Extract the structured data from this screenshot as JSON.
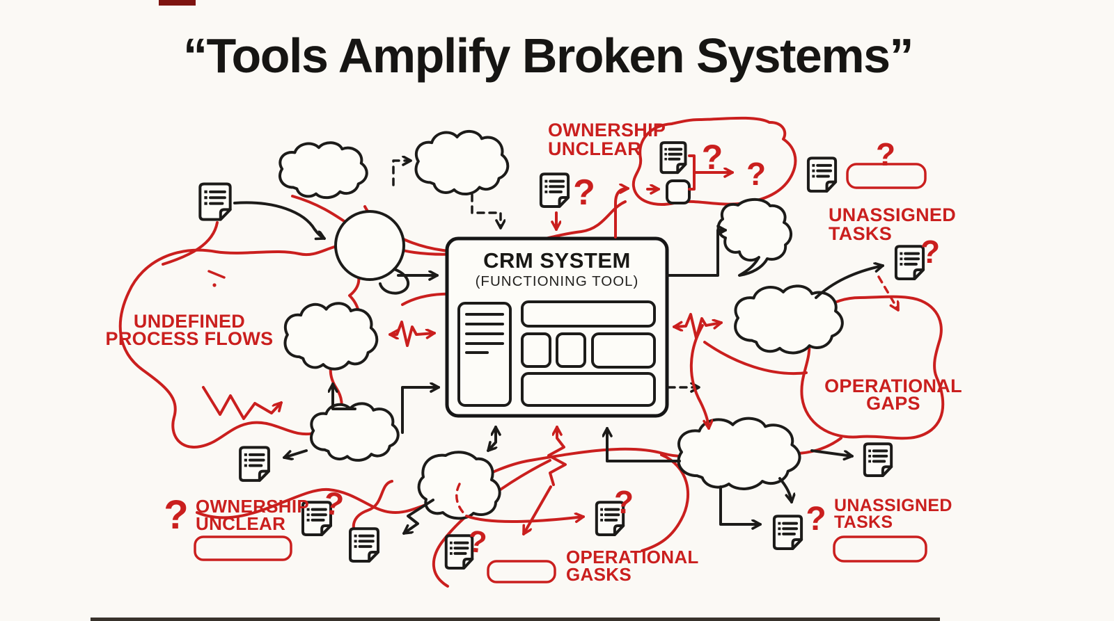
{
  "title": "“Tools Amplify Broken Systems”",
  "colors": {
    "red": "#ca1f1e",
    "black": "#1c1b19",
    "background": "#fbf9f5"
  },
  "crm_system": {
    "title": "CRM SYSTEM",
    "subtitle": "(FUNCTIONING TOOL)"
  },
  "annotations": {
    "ownership_unclear_top": [
      "OWNERSHIP",
      "UNCLEAR"
    ],
    "unassigned_tasks_top": [
      "UNASSIGNED",
      "TASKS"
    ],
    "undefined_process_flows": [
      "UNDEFINED",
      "PROCESS FLOWS"
    ],
    "operational_gaps": [
      "OPERATIONAL",
      "GAPS"
    ],
    "ownership_unclear_bottom": [
      "OWNERSHIP",
      "UNCLEAR"
    ],
    "operational_gasks_bottom": [
      "OPERATIONAL",
      "GASKS"
    ],
    "unassigned_tasks_bottom": [
      "UNASSIGNED",
      "TASKS"
    ]
  },
  "glyphs": {
    "question_mark": "?"
  }
}
